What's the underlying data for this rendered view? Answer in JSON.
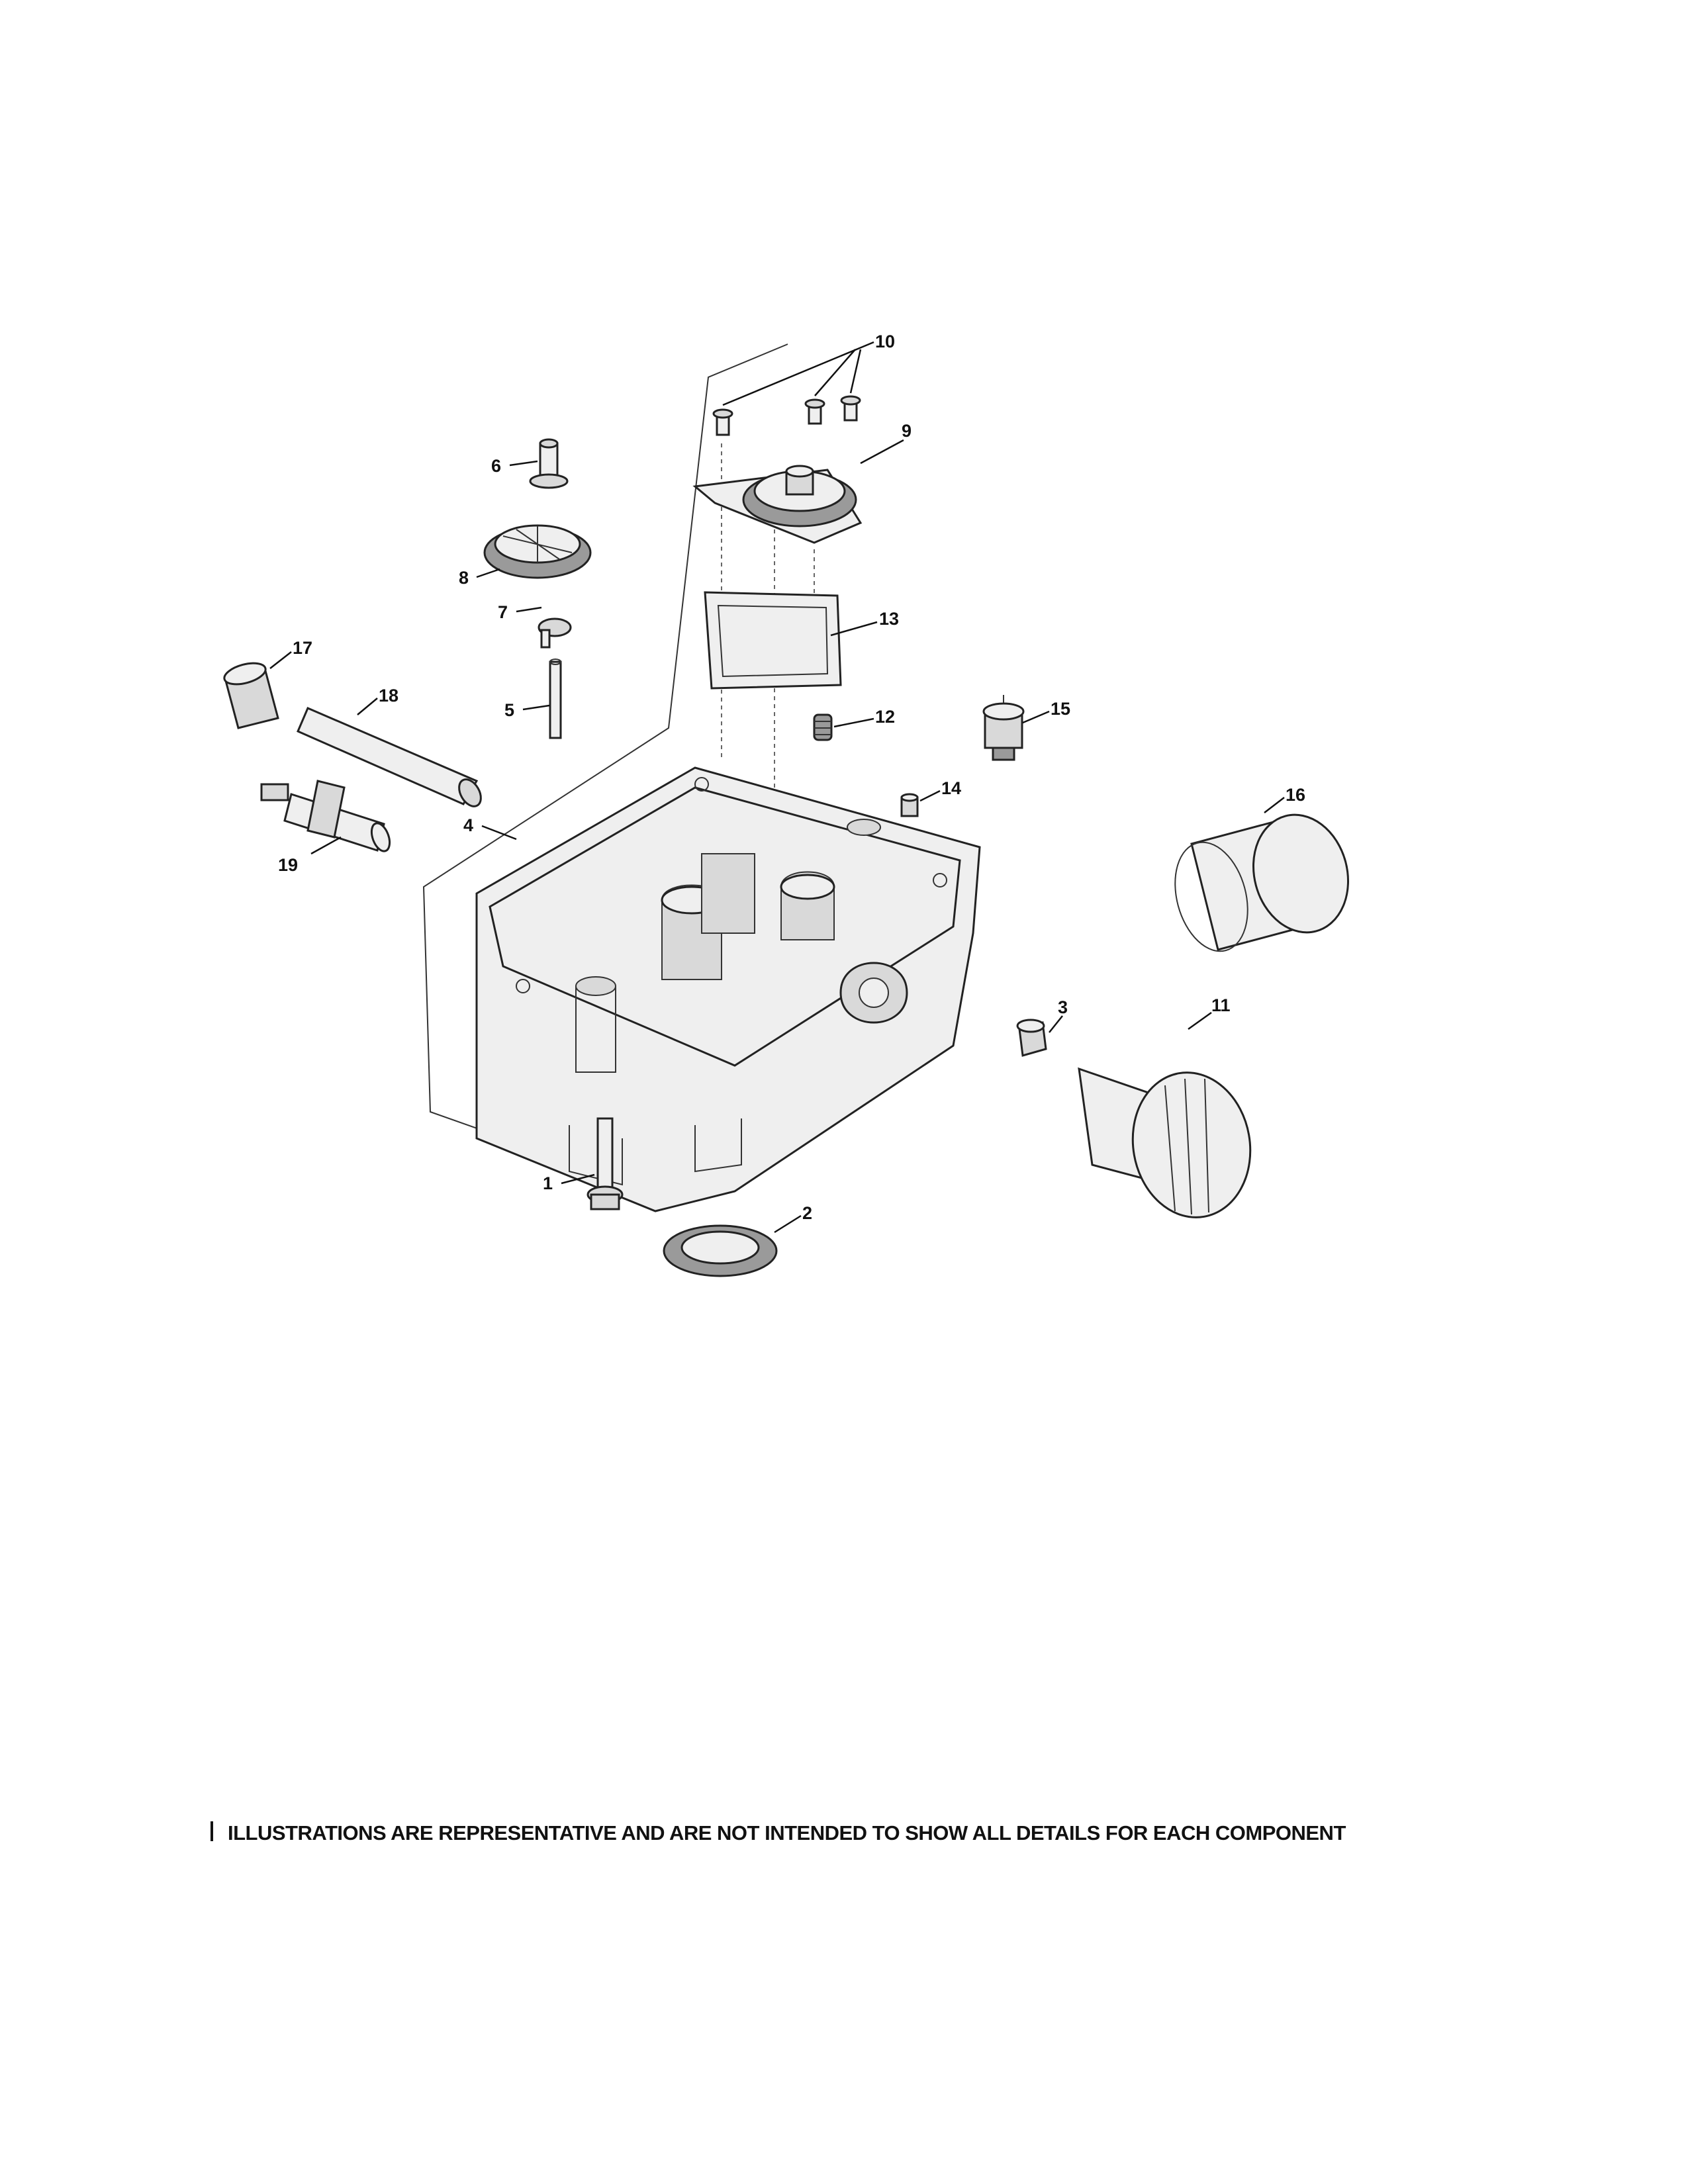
{
  "footer": {
    "note": "ILLUSTRATIONS ARE REPRESENTATIVE AND ARE NOT INTENDED TO SHOW ALL DETAILS FOR EACH COMPONENT"
  },
  "parts": {
    "p1": "1",
    "p2": "2",
    "p3": "3",
    "p4": "4",
    "p5": "5",
    "p6": "6",
    "p7": "7",
    "p8": "8",
    "p9": "9",
    "p10": "10",
    "p11": "11",
    "p12": "12",
    "p13": "13",
    "p14": "14",
    "p15": "15",
    "p16": "16",
    "p17": "17",
    "p18": "18",
    "p19": "19"
  }
}
